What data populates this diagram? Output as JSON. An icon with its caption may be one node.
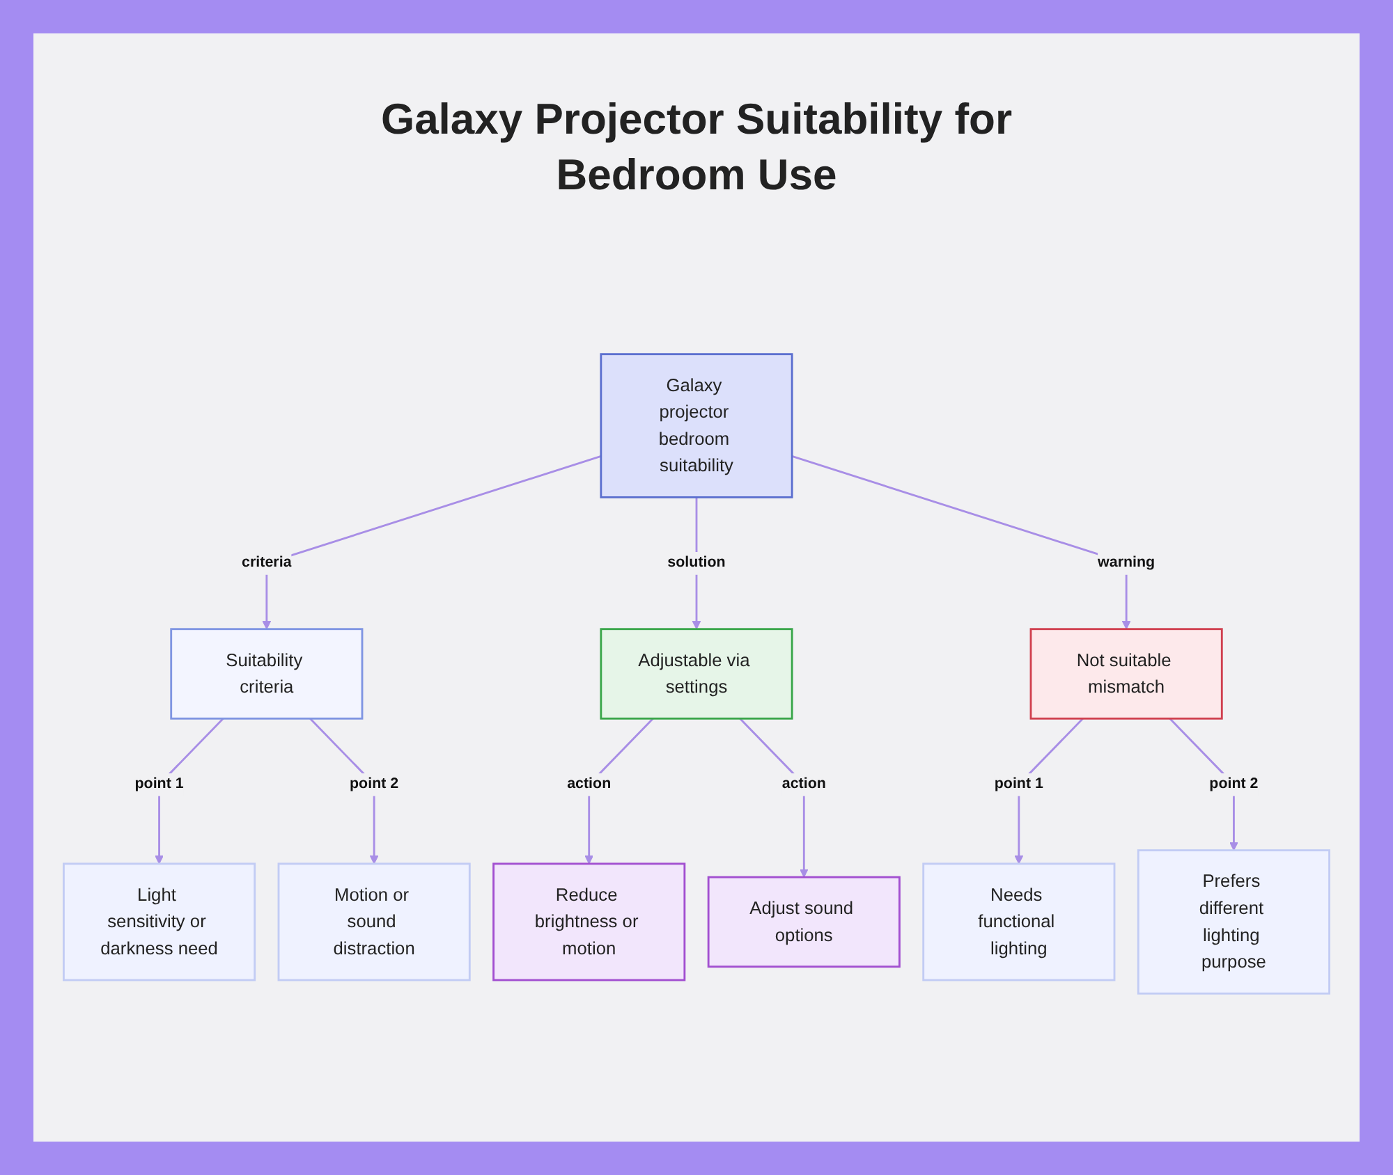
{
  "diagram": {
    "title": "Galaxy Projector Suitability for Bedroom Use",
    "nodes": [
      {
        "text": [
          "Galaxy projector bedroom suitability"
        ]
      },
      {
        "text": [
          "Suitability criteria"
        ]
      },
      {
        "text": [
          "Adjustable via settings"
        ]
      },
      {
        "text": [
          "Not suitable mismatch"
        ]
      },
      {
        "text": [
          "Light sensitivity or darkness need"
        ]
      },
      {
        "text": [
          "Motion or sound distraction"
        ]
      },
      {
        "text": [
          "Reduce brightness or motion"
        ]
      },
      {
        "text": [
          "Adjust sound options"
        ]
      },
      {
        "text": [
          "Needs functional lighting"
        ]
      },
      {
        "text": [
          "Prefers different lighting purpose"
        ]
      }
    ],
    "edges": [
      {
        "from": 0,
        "to": 1,
        "arrow": "to",
        "label": "criteria"
      },
      {
        "from": 0,
        "to": 2,
        "arrow": "to",
        "label": "solution"
      },
      {
        "from": 0,
        "to": 3,
        "arrow": "to",
        "label": "warning"
      },
      {
        "from": 1,
        "to": 4,
        "arrow": "to",
        "label": "point 1"
      },
      {
        "from": 1,
        "to": 5,
        "arrow": "to",
        "label": "point 2"
      },
      {
        "from": 2,
        "to": 6,
        "arrow": "to",
        "label": "action"
      },
      {
        "from": 2,
        "to": 7,
        "arrow": "to",
        "label": "action"
      },
      {
        "from": 3,
        "to": 8,
        "arrow": "to",
        "label": "point 1"
      },
      {
        "from": 3,
        "to": 9,
        "arrow": "to",
        "label": "point 2"
      }
    ]
  }
}
